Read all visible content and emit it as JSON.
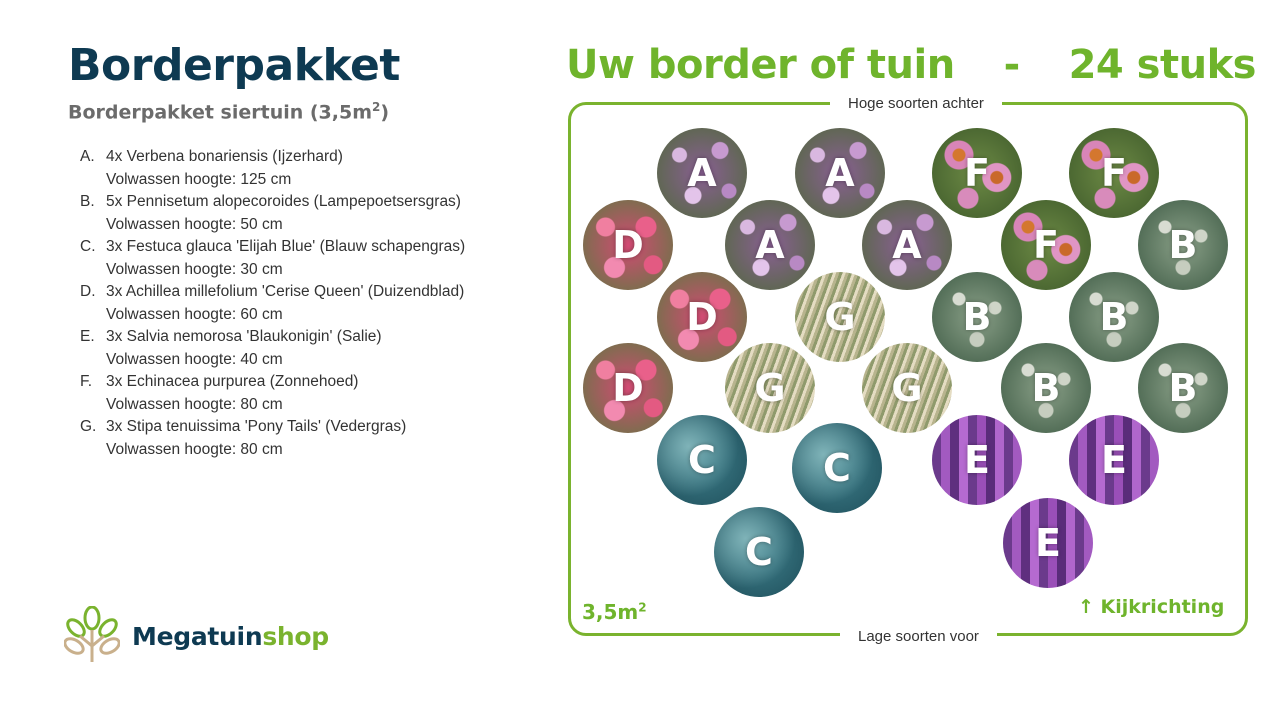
{
  "title": "Borderpakket",
  "subtitle": "Borderpakket siertuin (3,5m",
  "subtitle_sup": "2",
  "subtitle_end": ")",
  "plants": [
    {
      "letter": "A.",
      "name": "4x  Verbena bonariensis (Ijzerhard)",
      "height": "Volwassen hoogte: 125 cm"
    },
    {
      "letter": "B.",
      "name": "5x Pennisetum alopecoroides (Lampepoetsersgras)",
      "height": "Volwassen hoogte: 50 cm"
    },
    {
      "letter": "C.",
      "name": "3x Festuca glauca 'Elijah Blue' (Blauw schapengras)",
      "height": "Volwassen hoogte: 30 cm"
    },
    {
      "letter": "D.",
      "name": "3x Achillea millefolium 'Cerise Queen' (Duizendblad)",
      "height": "Volwassen hoogte: 60 cm"
    },
    {
      "letter": "E.",
      "name": "3x Salvia nemorosa 'Blaukonigin' (Salie)",
      "height": "Volwassen hoogte: 40 cm"
    },
    {
      "letter": "F.",
      "name": "3x Echinacea purpurea (Zonnehoed)",
      "height": "Volwassen hoogte: 80 cm"
    },
    {
      "letter": "G.",
      "name": "3x Stipa tenuissima 'Pony Tails' (Vedergras)",
      "height": "Volwassen hoogte: 80 cm"
    }
  ],
  "logo": {
    "part1": "Megatuin",
    "part2": "shop"
  },
  "heading": {
    "left": "Uw border of tuin",
    "sep": "-",
    "right": "24 stuks"
  },
  "bed": {
    "top_label": "Hoge soorten achter",
    "bottom_label": "Lage soorten voor",
    "area": "3,5m",
    "area_sup": "2",
    "view_arrow": "↑",
    "view_label": "Kijkrichting"
  },
  "layout_plants": [
    {
      "label": "A",
      "type": "A"
    },
    {
      "label": "A",
      "type": "A"
    },
    {
      "label": "F",
      "type": "F"
    },
    {
      "label": "F",
      "type": "F"
    },
    {
      "label": "D",
      "type": "D"
    },
    {
      "label": "A",
      "type": "A"
    },
    {
      "label": "A",
      "type": "A"
    },
    {
      "label": "F",
      "type": "F"
    },
    {
      "label": "B",
      "type": "B"
    },
    {
      "label": "D",
      "type": "D"
    },
    {
      "label": "G",
      "type": "G"
    },
    {
      "label": "B",
      "type": "B"
    },
    {
      "label": "B",
      "type": "B"
    },
    {
      "label": "D",
      "type": "D"
    },
    {
      "label": "G",
      "type": "G"
    },
    {
      "label": "G",
      "type": "G"
    },
    {
      "label": "B",
      "type": "B"
    },
    {
      "label": "B",
      "type": "B"
    },
    {
      "label": "C",
      "type": "C"
    },
    {
      "label": "C",
      "type": "C"
    },
    {
      "label": "E",
      "type": "E"
    },
    {
      "label": "E",
      "type": "E"
    },
    {
      "label": "C",
      "type": "C"
    },
    {
      "label": "E",
      "type": "E"
    }
  ],
  "colors": {
    "navy": "#0e3a52",
    "green": "#6fb42c",
    "grey": "#6b6b6b"
  }
}
